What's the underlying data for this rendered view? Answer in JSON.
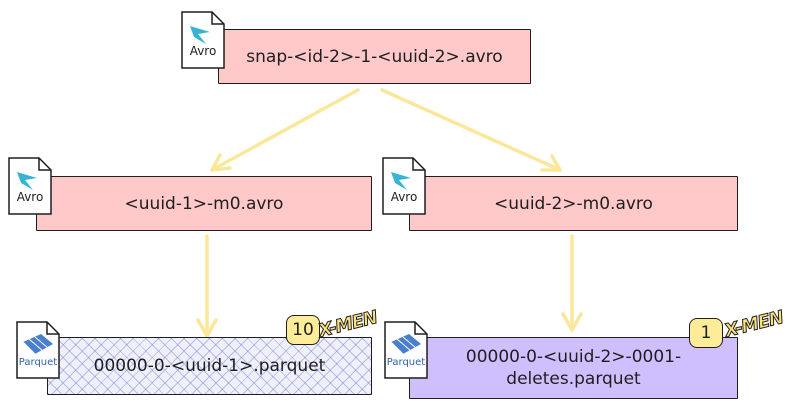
{
  "nodes": {
    "snap": {
      "label": "snap-<id-2>-1-<uuid-2>.avro",
      "icon_text": "Avro"
    },
    "manifest1": {
      "label": "<uuid-1>-m0.avro",
      "icon_text": "Avro"
    },
    "manifest2": {
      "label": "<uuid-2>-m0.avro",
      "icon_text": "Avro"
    },
    "data1": {
      "label": "00000-0-<uuid-1>.parquet",
      "icon_text": "Parquet",
      "badge": "10",
      "logo_text": "X-MEN"
    },
    "data2": {
      "label": "00000-0-<uuid-2>-0001-deletes.parquet",
      "icon_text": "Parquet",
      "badge": "1",
      "logo_text": "X-MEN"
    }
  },
  "colors": {
    "avro_fill": "#ffc9c9",
    "delete_fill": "#d0bfff",
    "arrow": "#ffec99",
    "badge_fill": "#ffec99",
    "stroke": "#1e1e1e"
  }
}
